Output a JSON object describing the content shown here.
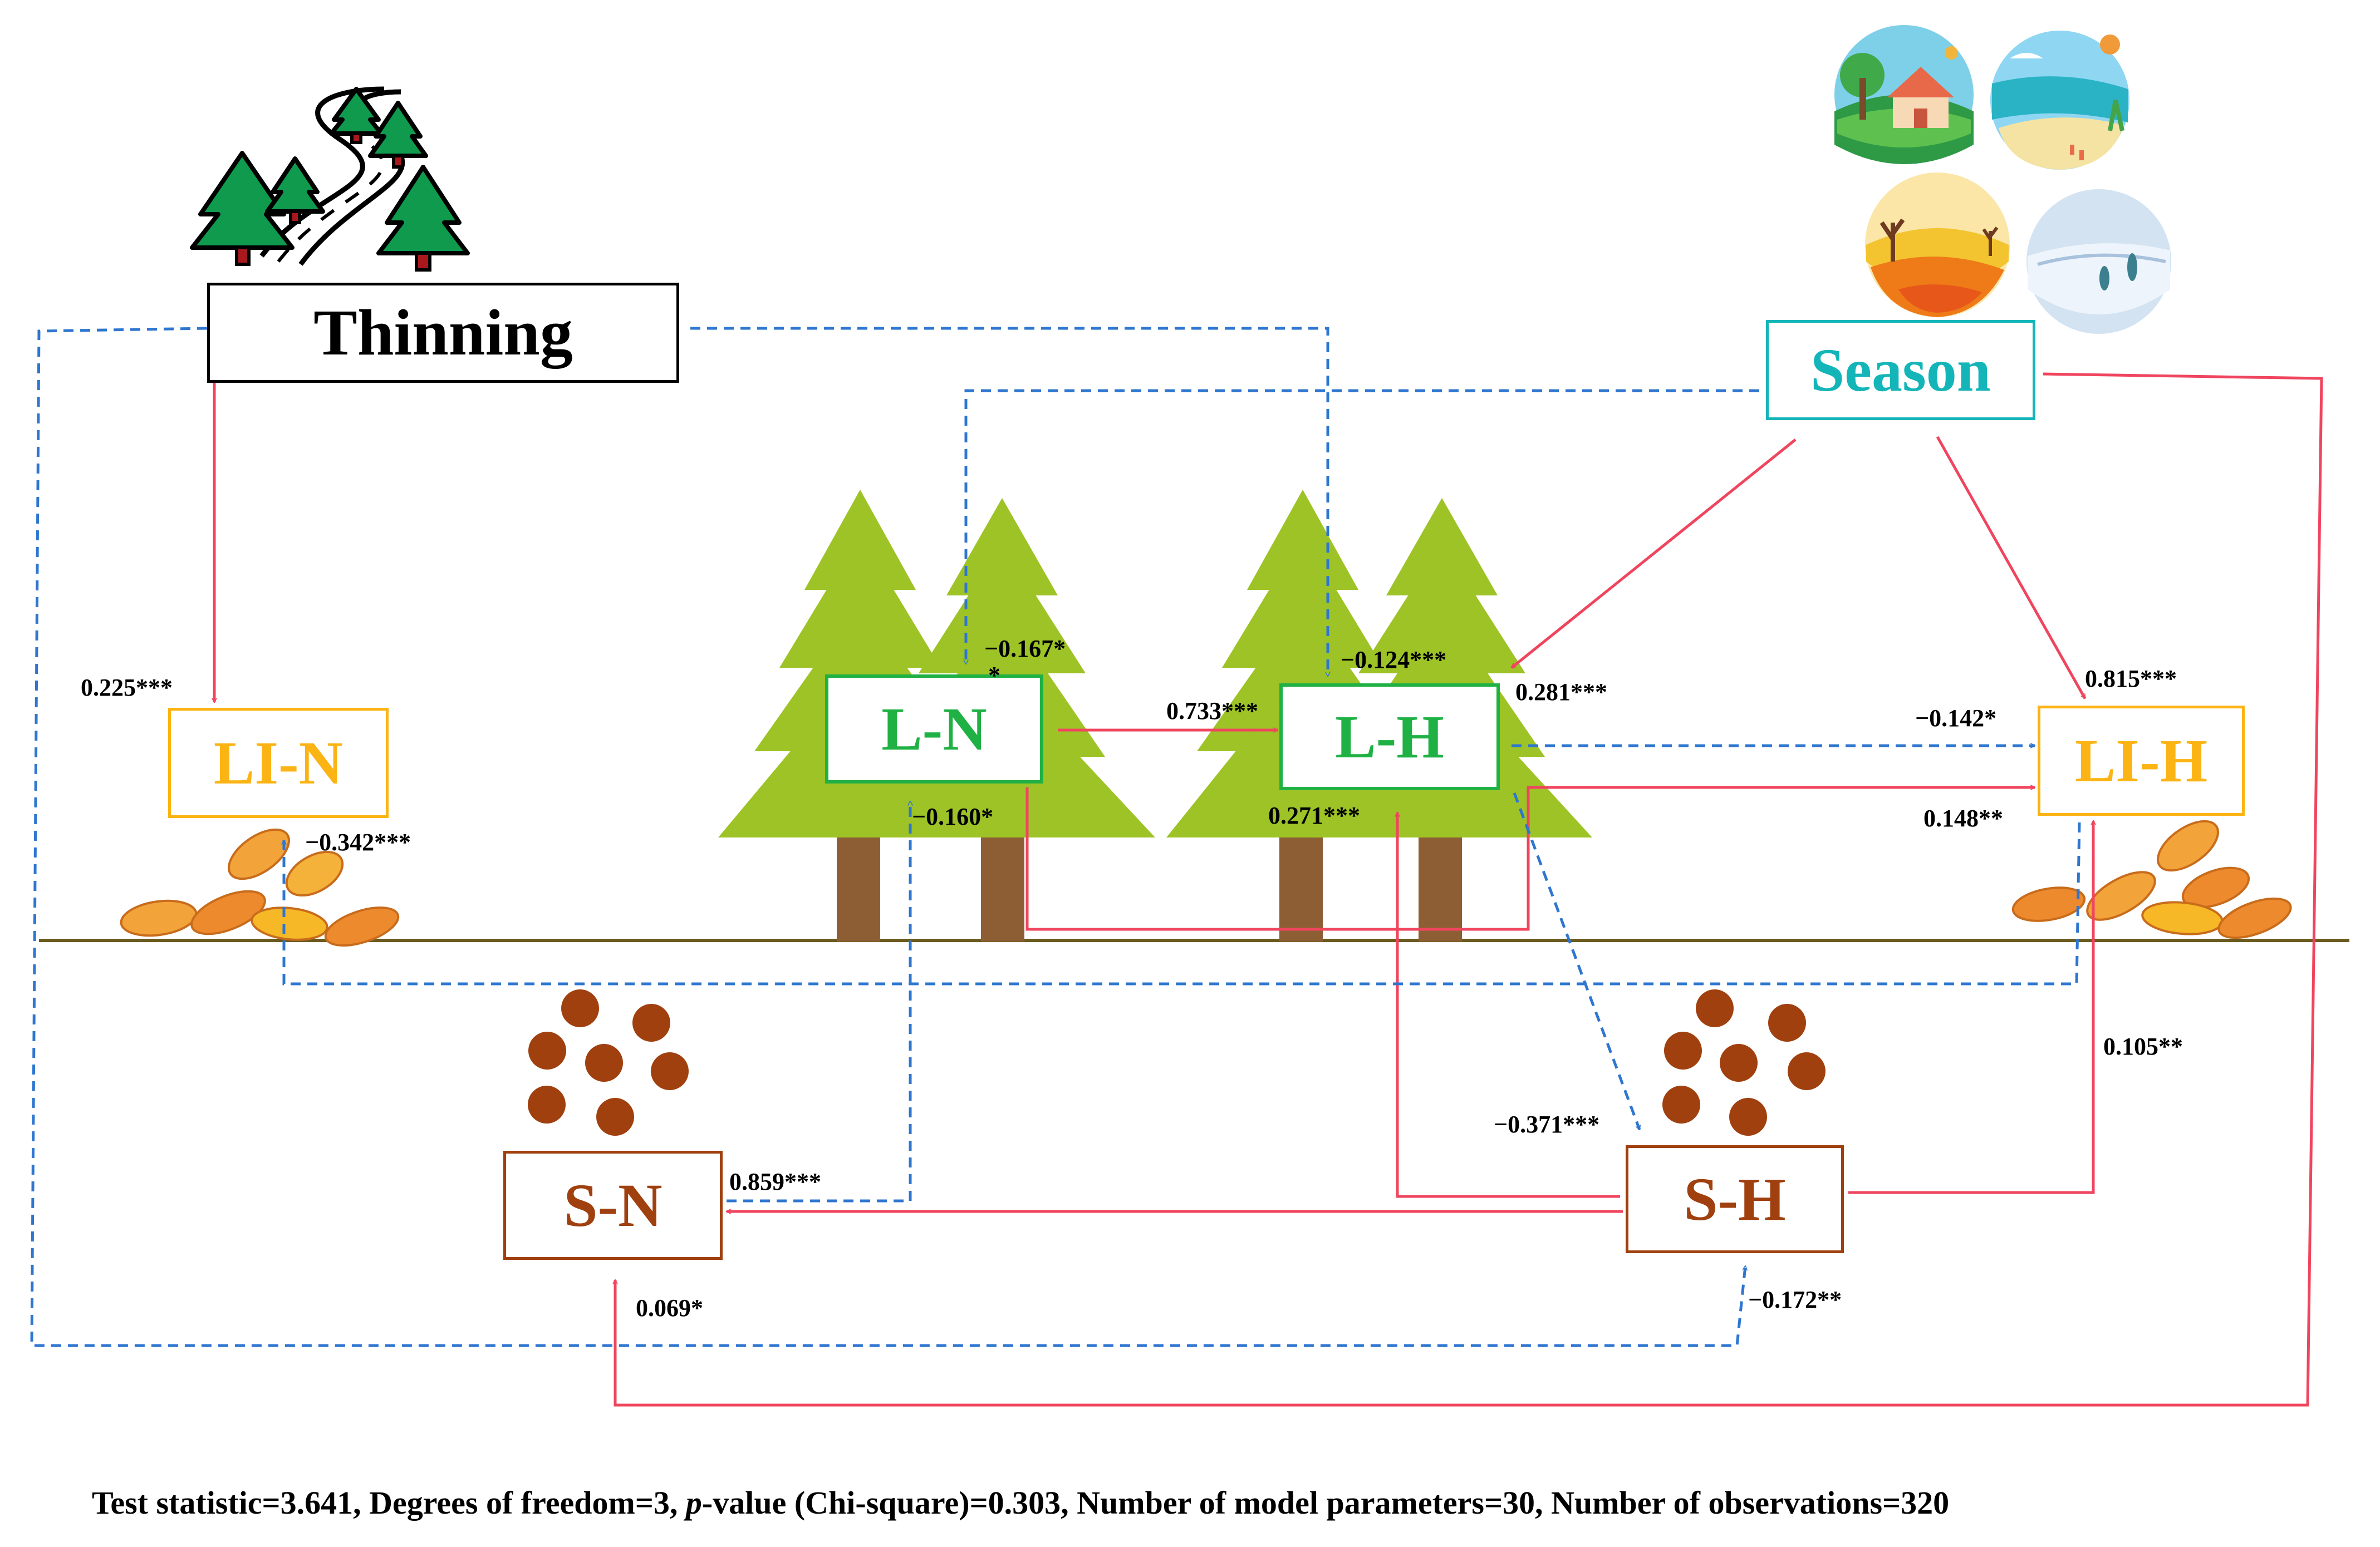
{
  "nodes": {
    "thinning": "Thinning",
    "season": "Season",
    "li_n": "LI-N",
    "l_n": "L-N",
    "l_h": "L-H",
    "li_h": "LI-H",
    "s_n": "S-N",
    "s_h": "S-H"
  },
  "coefficients": {
    "thinning_li_n": "0.225***",
    "l_n_top": "−0.167*",
    "l_n_top_star": "*",
    "l_h_top": "−0.124***",
    "l_n_to_l_h": "0.733***",
    "season_to_l_h": "0.281***",
    "season_to_li_h": "0.815***",
    "l_h_to_li_h": "−0.142*",
    "l_n_to_li_h": "0.148**",
    "li_n_side": "−0.342***",
    "s_n_to_l_n": "−0.160*",
    "s_h_to_l_h": "0.271***",
    "l_h_to_s_h": "−0.371***",
    "s_n_in": "0.859***",
    "s_h_to_li_h": "0.105**",
    "season_to_s_n": "0.069*",
    "thinning_to_s_h": "−0.172**"
  },
  "legend": {
    "positive_color": "#f0455e",
    "negative_color": "#2e76d0",
    "positive_style": "solid",
    "negative_style": "dashed"
  },
  "colors": {
    "thinning": "#000000",
    "season": "#13b5b8",
    "litter": "#fbb414",
    "live": "#20b145",
    "soil": "#a0400f",
    "tree": "#9dc326",
    "trunk": "#8d5e33",
    "ground": "#6b5a1e"
  },
  "footer": {
    "pre": "Test statistic=3.641, Degrees of freedom=3, ",
    "p": "p",
    "post": "-value (Chi-square)=0.303, Number of model parameters=30, Number of observations=320"
  }
}
